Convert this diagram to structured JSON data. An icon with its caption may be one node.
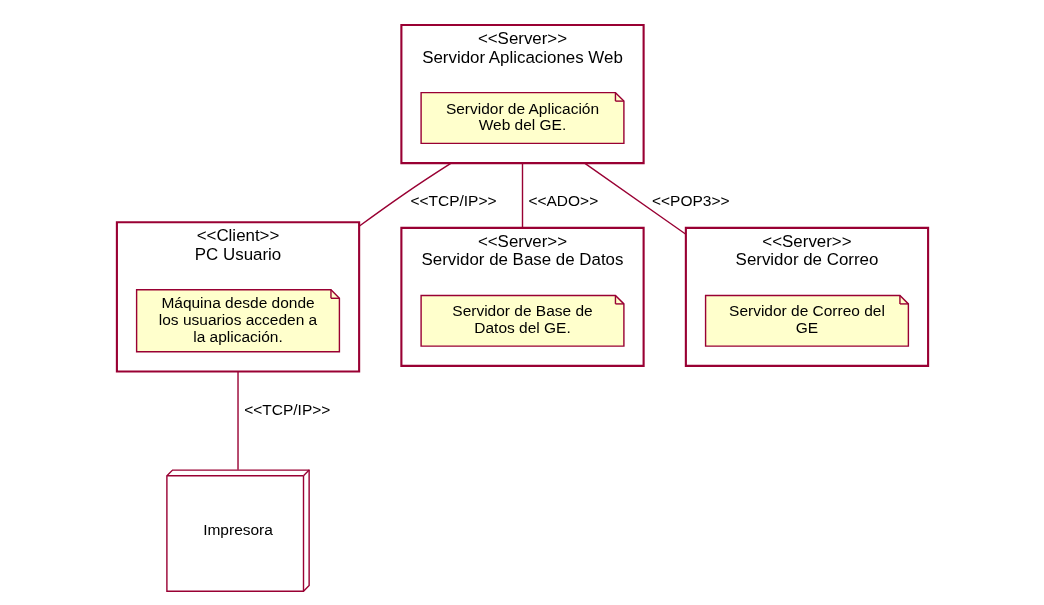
{
  "diagram": {
    "nodes": [
      {
        "text": [
          "<<Server>>",
          "Servidor Aplicaciones Web"
        ]
      },
      {
        "text": [
          "Servidor de Aplicación Web del GE."
        ],
        "in": 0
      },
      {
        "text": [
          "<<Client>>",
          "PC Usuario"
        ]
      },
      {
        "text": [
          "Máquina desde donde los usuarios acceden a la aplicación."
        ],
        "in": 2
      },
      {
        "text": [
          "<<Server>>",
          "Servidor de Base de Datos"
        ]
      },
      {
        "text": [
          "Servidor de Base de Datos del GE."
        ],
        "in": 4
      },
      {
        "text": [
          "<<Server>>",
          "Servidor de Correo"
        ]
      },
      {
        "text": [
          "Servidor de Correo del GE"
        ],
        "in": 6
      },
      {
        "text": [
          "Impresora"
        ]
      }
    ],
    "edges": [
      {
        "from": 0,
        "to": 2,
        "arrow": "none",
        "label": "<<TCP/IP>>"
      },
      {
        "from": 0,
        "to": 4,
        "arrow": "none",
        "label": "<<ADO>>"
      },
      {
        "from": 0,
        "to": 6,
        "arrow": "none",
        "label": "<<POP3>>"
      },
      {
        "from": 2,
        "to": 8,
        "arrow": "none",
        "label": "<<TCP/IP>>"
      }
    ]
  }
}
